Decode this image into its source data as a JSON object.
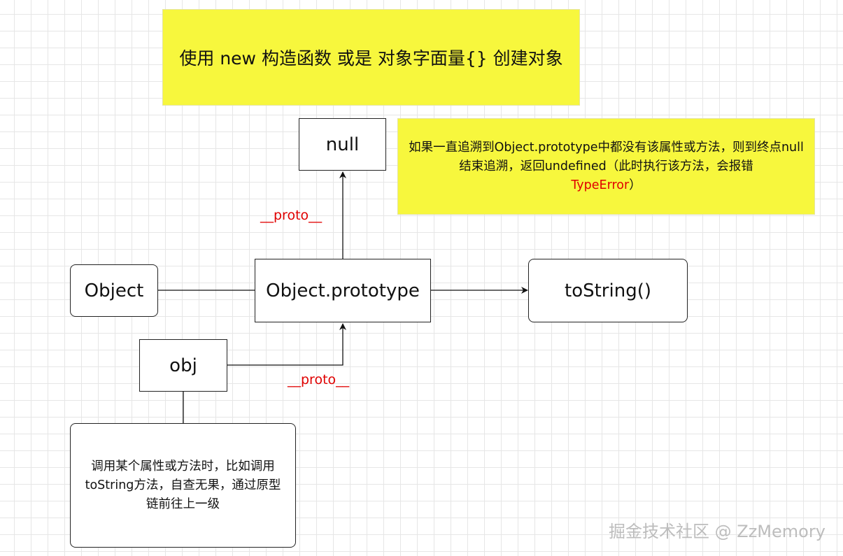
{
  "nodes": {
    "title": "使用 new 构造函数 或是 对象字面量{} 创建对象",
    "null_node": "null",
    "note": {
      "text": "如果一直追溯到Object.prototype中都没有该属性或方法，则到终点null结束追溯，返回undefined（此时执行该方法，会报错",
      "error_name": "TypeError",
      "closing": "）"
    },
    "object_node": "Object",
    "prototype_node": "Object.prototype",
    "tostring_node": "toString()",
    "obj_node": "obj",
    "description": "调用某个属性或方法时，比如调用toString方法，自查无果，通过原型链前往上一级"
  },
  "edges": {
    "proto_label_top": "__proto__",
    "proto_label_bottom": "__proto__"
  },
  "watermark": "掘金技术社区 @ ZzMemory",
  "colors": {
    "note_fill": "#f7f73d",
    "label_red": "#e00000",
    "grid": "#e6e6e6"
  }
}
